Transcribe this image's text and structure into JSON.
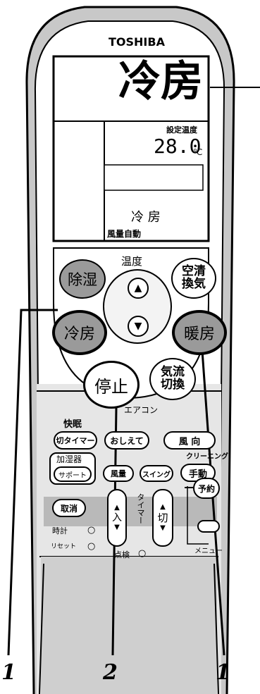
{
  "brand": "TOSHIBA",
  "display": {
    "mode_large": "冷房",
    "set_temp_label": "設定温度",
    "temperature": "28.0",
    "temp_unit": "℃",
    "mode_small": "冷 房",
    "fan_status": "風量自動"
  },
  "buttons": {
    "dehumidify": "除湿",
    "temp_label": "温度",
    "temp_up": "▲",
    "temp_down": "▼",
    "air_clean_1": "空清",
    "air_clean_2": "換気",
    "cooling": "冷房",
    "heating": "暖房",
    "stop": "停止",
    "airflow_1": "気流",
    "airflow_2": "切換",
    "aircon_label": "エアコン"
  },
  "lower_panel": {
    "sleep_label": "快眠",
    "off_timer": "切タイマー",
    "oshiete": "おしえて",
    "fan_direction": "風 向",
    "humidifier_label": "加湿器",
    "support": "サポート",
    "cleaning_label": "クリーニング",
    "manual": "手動",
    "fan_speed": "風量",
    "swing": "スイング",
    "cancel": "取消",
    "timer_on": "入",
    "timer_off": "切",
    "timer_label": "タイマー",
    "reserve": "予約",
    "clock": "時計",
    "reset": "リセット",
    "check": "点検",
    "menu": "メニュー"
  },
  "callouts": {
    "left": "1",
    "center": "2",
    "right": "1"
  }
}
